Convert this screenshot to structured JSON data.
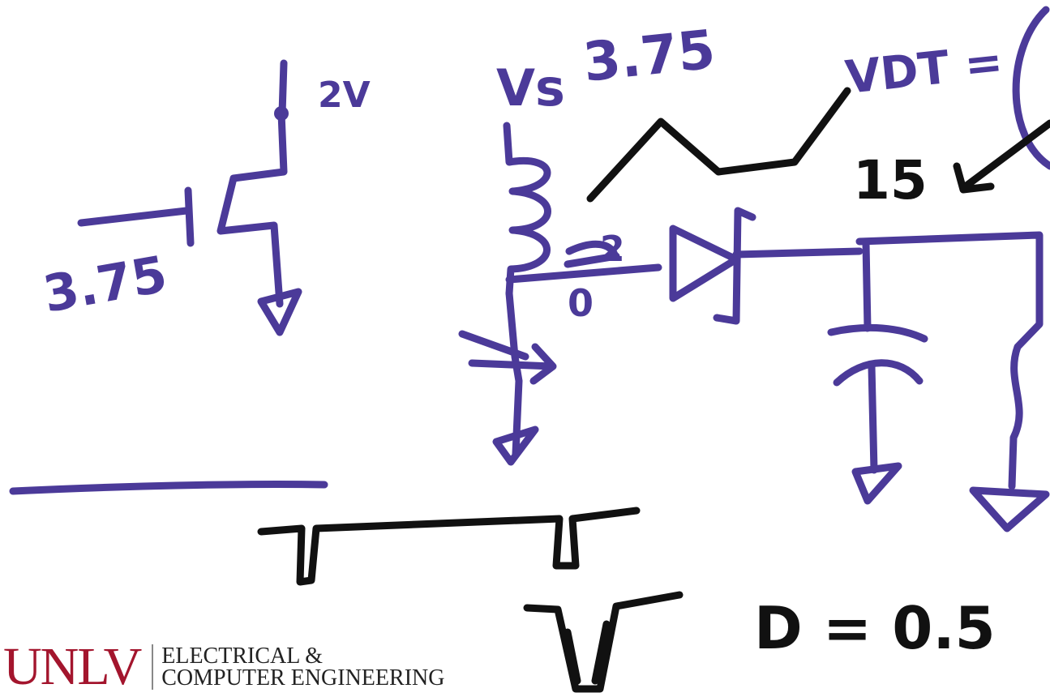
{
  "labels": {
    "supply_voltage": "2V",
    "gate_voltage": "3.75",
    "vs_label": "Vs",
    "vs_value": "3.75",
    "vdt_label": "VDT =",
    "vdt_value": "15",
    "node_high": "2",
    "node_low": "0",
    "duty_cycle": "D = 0.5"
  },
  "logo": {
    "mark": "UNLV",
    "dept_line1": "ELECTRICAL &",
    "dept_line2": "COMPUTER ENGINEERING"
  },
  "colors": {
    "blue_ink": "#4b3a99",
    "black_ink": "#111111",
    "logo_red": "#a3152d"
  }
}
